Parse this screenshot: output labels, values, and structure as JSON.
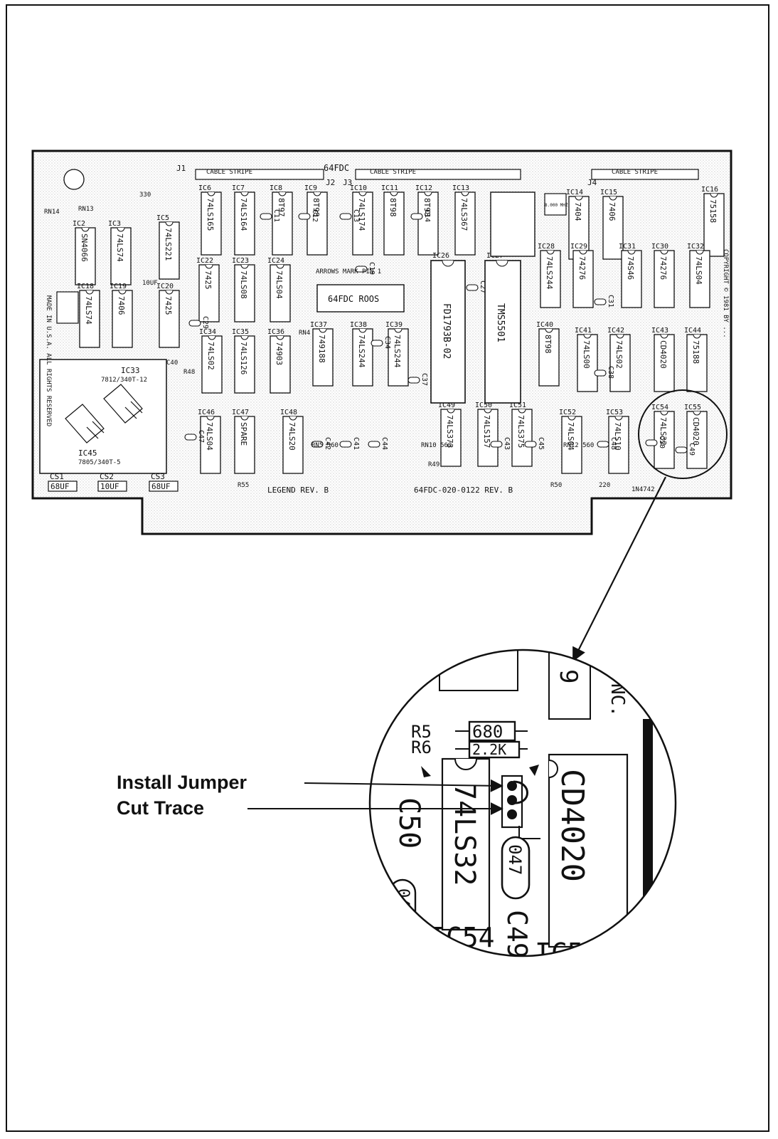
{
  "board": {
    "name": "64FDC",
    "cable_stripe": "CABLE STRIPE",
    "connectors": [
      "J1",
      "J2",
      "J3",
      "J4"
    ],
    "arrows_note": "ARROWS MARK PIN 1",
    "roos_label": "64FDC ROOS",
    "legend_rev": "LEGEND REV. B",
    "part_number": "64FDC-020-0122 REV. B",
    "made_in": "MADE IN U.S.A. ALL RIGHTS RESERVED",
    "copyright": "COPYRIGHT © 1981 BY ...",
    "crystal": "8.000 MHZ",
    "ic33_name": "IC33",
    "ic33_part": "7812/340T-12",
    "ic45_name": "IC45",
    "ic45_part": "7805/340T-5",
    "chips": [
      {
        "ref": "IC6",
        "part": "74LS165"
      },
      {
        "ref": "IC7",
        "part": "74LS164"
      },
      {
        "ref": "IC8",
        "part": "8T97"
      },
      {
        "ref": "IC9",
        "part": "8T98"
      },
      {
        "ref": "IC10",
        "part": "74LS174"
      },
      {
        "ref": "IC11",
        "part": "8T98"
      },
      {
        "ref": "IC12",
        "part": "8T98"
      },
      {
        "ref": "IC13",
        "part": "74LS367"
      },
      {
        "ref": "IC14",
        "part": "7404"
      },
      {
        "ref": "IC15",
        "part": "7406"
      },
      {
        "ref": "IC16",
        "part": "75158"
      },
      {
        "ref": "IC2",
        "part": "SN4066"
      },
      {
        "ref": "IC3",
        "part": "74LS74"
      },
      {
        "ref": "IC5",
        "part": "74LS221"
      },
      {
        "ref": "IC18",
        "part": "74LS74"
      },
      {
        "ref": "IC19",
        "part": "7406"
      },
      {
        "ref": "IC20",
        "part": "7425"
      },
      {
        "ref": "IC22",
        "part": "7425"
      },
      {
        "ref": "IC23",
        "part": "74LS08"
      },
      {
        "ref": "IC24",
        "part": "74LS04"
      },
      {
        "ref": "IC28",
        "part": "74LS244"
      },
      {
        "ref": "IC29",
        "part": "74276"
      },
      {
        "ref": "IC31",
        "part": "74S46"
      },
      {
        "ref": "IC30",
        "part": "74276"
      },
      {
        "ref": "IC32",
        "part": "74LS04"
      },
      {
        "ref": "IC34",
        "part": "74LS02"
      },
      {
        "ref": "IC35",
        "part": "74LS126"
      },
      {
        "ref": "IC36",
        "part": "74903"
      },
      {
        "ref": "IC37",
        "part": "749188"
      },
      {
        "ref": "IC38",
        "part": "74LS244"
      },
      {
        "ref": "IC39",
        "part": "74LS244"
      },
      {
        "ref": "IC40",
        "part": "8T98"
      },
      {
        "ref": "IC41",
        "part": "74LS00"
      },
      {
        "ref": "IC42",
        "part": "74LS02"
      },
      {
        "ref": "IC43",
        "part": "CD4020"
      },
      {
        "ref": "IC44",
        "part": "75188"
      },
      {
        "ref": "IC46",
        "part": "74LS04"
      },
      {
        "ref": "IC47",
        "part": "SPARE"
      },
      {
        "ref": "IC48",
        "part": "74LS20"
      },
      {
        "ref": "IC49",
        "part": "74LS373"
      },
      {
        "ref": "IC50",
        "part": "74LS157"
      },
      {
        "ref": "IC51",
        "part": "74LS375"
      },
      {
        "ref": "IC52",
        "part": "74LS04"
      },
      {
        "ref": "IC53",
        "part": "74LS10"
      },
      {
        "ref": "IC54",
        "part": "74LS32"
      },
      {
        "ref": "IC55",
        "part": "CD4020"
      }
    ],
    "big_chips": [
      {
        "ref": "IC26",
        "part": "FD1793B-02"
      },
      {
        "ref": "IC27",
        "part": "TMS5501"
      }
    ],
    "cap_labels": [
      "C11",
      "C12",
      "C13",
      "C14",
      "C19",
      "C27",
      "C29",
      "C31",
      "C34",
      "C37",
      "C38",
      "C41",
      "C42",
      "C43",
      "C44",
      "C45",
      "C47",
      "C48",
      "C49",
      "C50"
    ],
    "bottom_caps": [
      {
        "ref": "CS1",
        "value": "68UF"
      },
      {
        "ref": "CS2",
        "value": "10UF"
      },
      {
        "ref": "CS3",
        "value": "68UF"
      }
    ],
    "misc_labels": [
      "RN14",
      "RN13",
      "RN4",
      "RN5 560",
      "RN10 560",
      "RN12 560",
      "R48",
      "R49",
      "R50",
      "R55",
      "330",
      "10UF",
      "C40",
      "1N4742",
      "220"
    ]
  },
  "zoom": {
    "r5": "R5",
    "r6": "R6",
    "r5_value": "680",
    "r6_value": "2.2K",
    "ic9_pin": "9",
    "chip_a": "74LS32",
    "chip_b": "CD4020",
    "c50": "C50",
    "c49": "C49",
    "cap_value": "047",
    "ic54": "IC54",
    "ic55_partial": "IC5",
    "inc_partial": "NC."
  },
  "callouts": {
    "install_jumper": "Install Jumper",
    "cut_trace": "Cut Trace"
  }
}
